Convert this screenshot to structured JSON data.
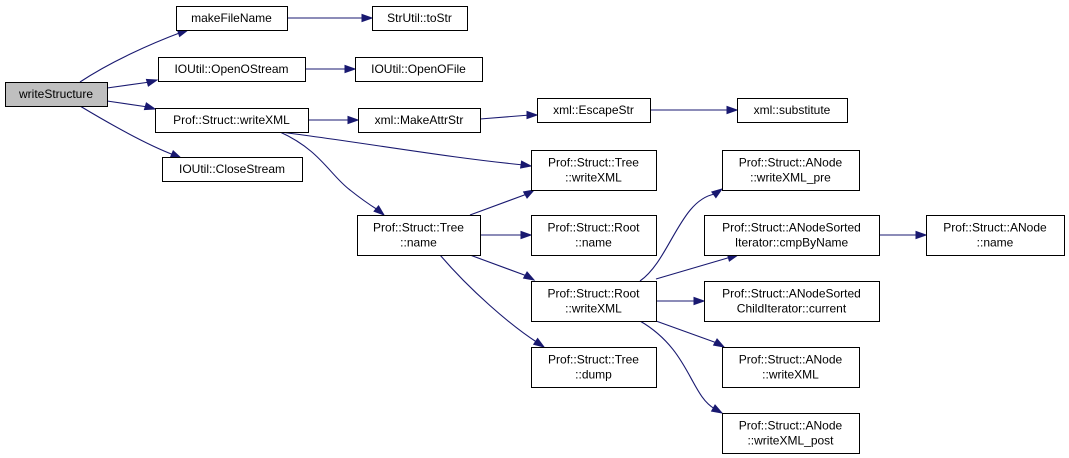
{
  "diagram": {
    "type": "call-graph",
    "edge_color": "#191970",
    "root_fill": "#bfbfbf",
    "nodes": [
      {
        "id": "writeStructure",
        "lines": [
          "writeStructure"
        ],
        "root": true
      },
      {
        "id": "makeFileName",
        "lines": [
          "makeFileName"
        ]
      },
      {
        "id": "StrUtil_toStr",
        "lines": [
          "StrUtil::toStr"
        ]
      },
      {
        "id": "IOUtil_OpenOStream",
        "lines": [
          "IOUtil::OpenOStream"
        ]
      },
      {
        "id": "IOUtil_OpenOFile",
        "lines": [
          "IOUtil::OpenOFile"
        ]
      },
      {
        "id": "Prof_Struct_writeXML",
        "lines": [
          "Prof::Struct::writeXML"
        ]
      },
      {
        "id": "xml_MakeAttrStr",
        "lines": [
          "xml::MakeAttrStr"
        ]
      },
      {
        "id": "xml_EscapeStr",
        "lines": [
          "xml::EscapeStr"
        ]
      },
      {
        "id": "xml_substitute",
        "lines": [
          "xml::substitute"
        ]
      },
      {
        "id": "IOUtil_CloseStream",
        "lines": [
          "IOUtil::CloseStream"
        ]
      },
      {
        "id": "Tree_writeXML",
        "lines": [
          "Prof::Struct::Tree",
          "::writeXML"
        ]
      },
      {
        "id": "Tree_name",
        "lines": [
          "Prof::Struct::Tree",
          "::name"
        ]
      },
      {
        "id": "Root_name",
        "lines": [
          "Prof::Struct::Root",
          "::name"
        ]
      },
      {
        "id": "Root_writeXML",
        "lines": [
          "Prof::Struct::Root",
          "::writeXML"
        ]
      },
      {
        "id": "Tree_dump",
        "lines": [
          "Prof::Struct::Tree",
          "::dump"
        ]
      },
      {
        "id": "ANode_writeXML_pre",
        "lines": [
          "Prof::Struct::ANode",
          "::writeXML_pre"
        ]
      },
      {
        "id": "ANodeSortedIterator_cmpByName",
        "lines": [
          "Prof::Struct::ANodeSorted",
          "Iterator::cmpByName"
        ]
      },
      {
        "id": "ANode_name",
        "lines": [
          "Prof::Struct::ANode",
          "::name"
        ]
      },
      {
        "id": "ANodeSortedChildIterator_current",
        "lines": [
          "Prof::Struct::ANodeSorted",
          "ChildIterator::current"
        ]
      },
      {
        "id": "ANode_writeXML",
        "lines": [
          "Prof::Struct::ANode",
          "::writeXML"
        ]
      },
      {
        "id": "ANode_writeXML_post",
        "lines": [
          "Prof::Struct::ANode",
          "::writeXML_post"
        ]
      }
    ],
    "edges": [
      [
        "writeStructure",
        "makeFileName"
      ],
      [
        "writeStructure",
        "IOUtil_OpenOStream"
      ],
      [
        "writeStructure",
        "Prof_Struct_writeXML"
      ],
      [
        "writeStructure",
        "IOUtil_CloseStream"
      ],
      [
        "makeFileName",
        "StrUtil_toStr"
      ],
      [
        "IOUtil_OpenOStream",
        "IOUtil_OpenOFile"
      ],
      [
        "Prof_Struct_writeXML",
        "xml_MakeAttrStr"
      ],
      [
        "Prof_Struct_writeXML",
        "Tree_writeXML"
      ],
      [
        "Prof_Struct_writeXML",
        "Tree_name"
      ],
      [
        "xml_MakeAttrStr",
        "xml_EscapeStr"
      ],
      [
        "xml_EscapeStr",
        "xml_substitute"
      ],
      [
        "Tree_name",
        "Tree_writeXML"
      ],
      [
        "Tree_name",
        "Root_name"
      ],
      [
        "Tree_name",
        "Root_writeXML"
      ],
      [
        "Tree_name",
        "Tree_dump"
      ],
      [
        "Root_writeXML",
        "ANode_writeXML_pre"
      ],
      [
        "Root_writeXML",
        "ANodeSortedIterator_cmpByName"
      ],
      [
        "Root_writeXML",
        "ANodeSortedChildIterator_current"
      ],
      [
        "Root_writeXML",
        "ANode_writeXML"
      ],
      [
        "Root_writeXML",
        "ANode_writeXML_post"
      ],
      [
        "ANodeSortedIterator_cmpByName",
        "ANode_name"
      ]
    ]
  }
}
